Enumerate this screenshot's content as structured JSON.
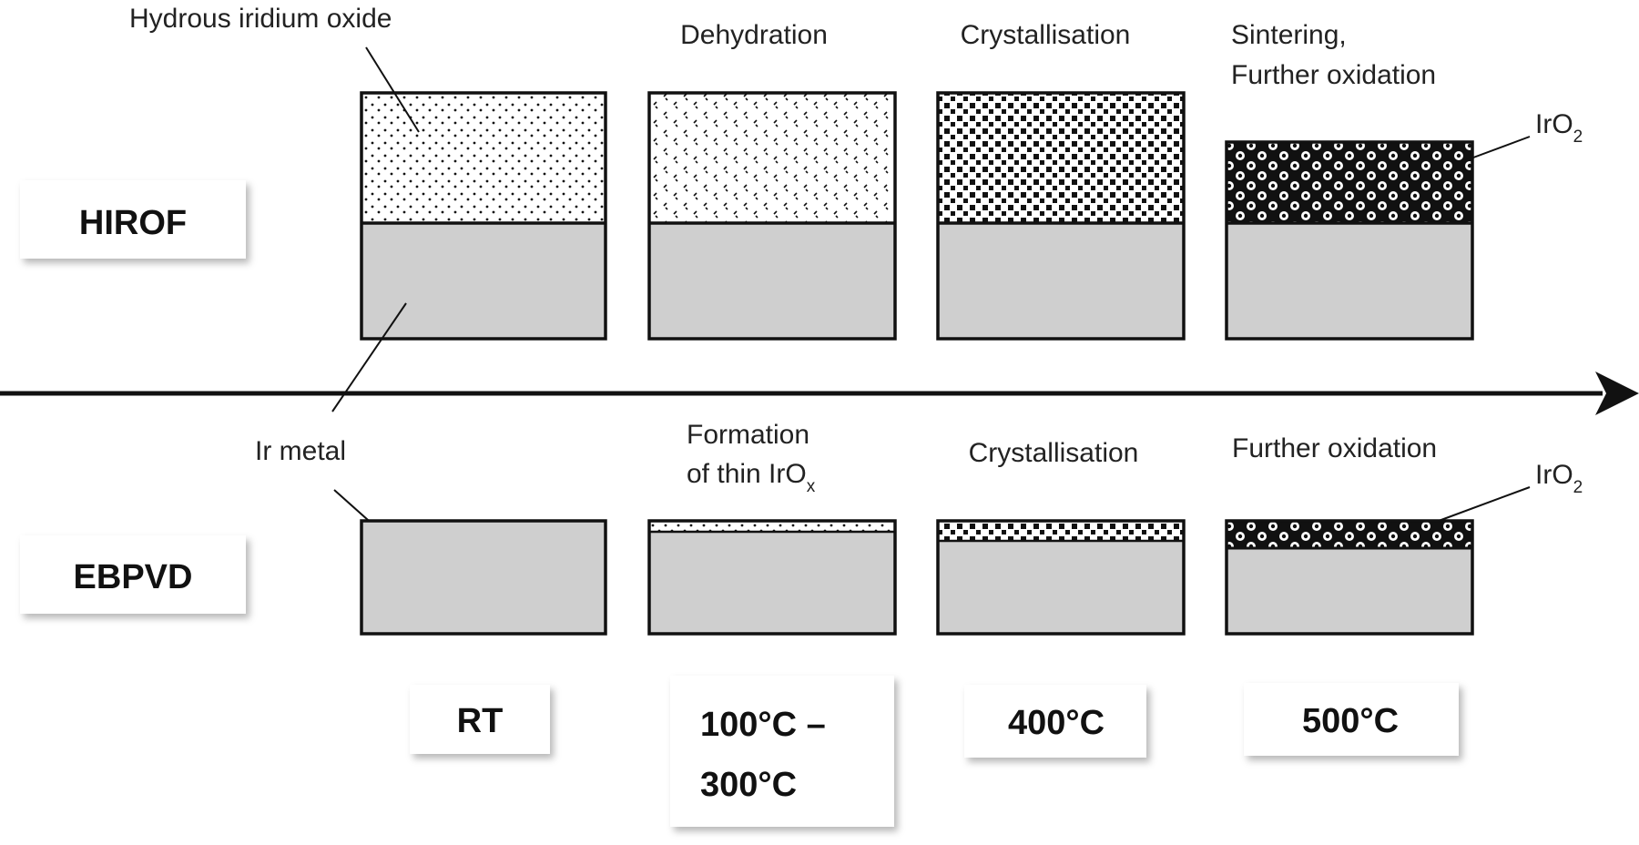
{
  "labels": {
    "hydrous": "Hydrous iridium oxide",
    "ir_metal": "Ir metal",
    "iro2_top": "IrO",
    "iro2_top_sub": "2",
    "iro2_bottom": "IrO",
    "iro2_bottom_sub": "2"
  },
  "rows": {
    "hirof": "HIROF",
    "ebpvd": "EBPVD"
  },
  "hirof_stages": [
    {
      "line1": "",
      "line2": ""
    },
    {
      "line1": "Dehydration",
      "line2": ""
    },
    {
      "line1": "Crystallisation",
      "line2": ""
    },
    {
      "line1": "Sintering,",
      "line2": "Further oxidation"
    }
  ],
  "ebpvd_stages": [
    {
      "line1": "",
      "line2": ""
    },
    {
      "line1": "Formation",
      "line2": "of thin IrO",
      "sub": "x"
    },
    {
      "line1": "Crystallisation",
      "line2": ""
    },
    {
      "line1": "Further oxidation",
      "line2": ""
    }
  ],
  "temperatures": [
    {
      "line1": "RT",
      "line2": ""
    },
    {
      "line1": "100°C –",
      "line2": "300°C"
    },
    {
      "line1": "400°C",
      "line2": ""
    },
    {
      "line1": "500°C",
      "line2": ""
    }
  ],
  "colors": {
    "metal": "#cfcfcf",
    "outline": "#111111",
    "shadow": "#bdbdbd"
  }
}
